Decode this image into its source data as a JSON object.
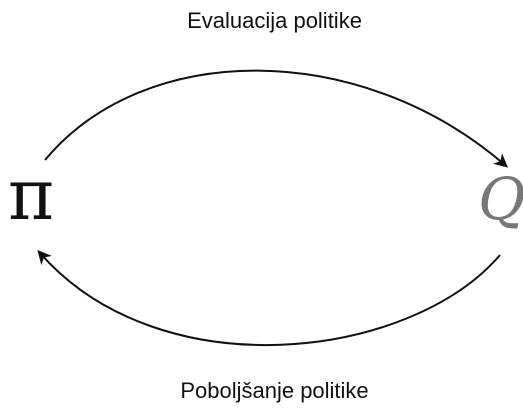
{
  "labels": {
    "top": "Evaluacija politike",
    "bottom": "Poboljšanje politike"
  },
  "nodes": {
    "policy_symbol": "π",
    "value_symbol": "Q"
  },
  "colors": {
    "stroke": "#111111",
    "q_symbol": "#777777"
  }
}
